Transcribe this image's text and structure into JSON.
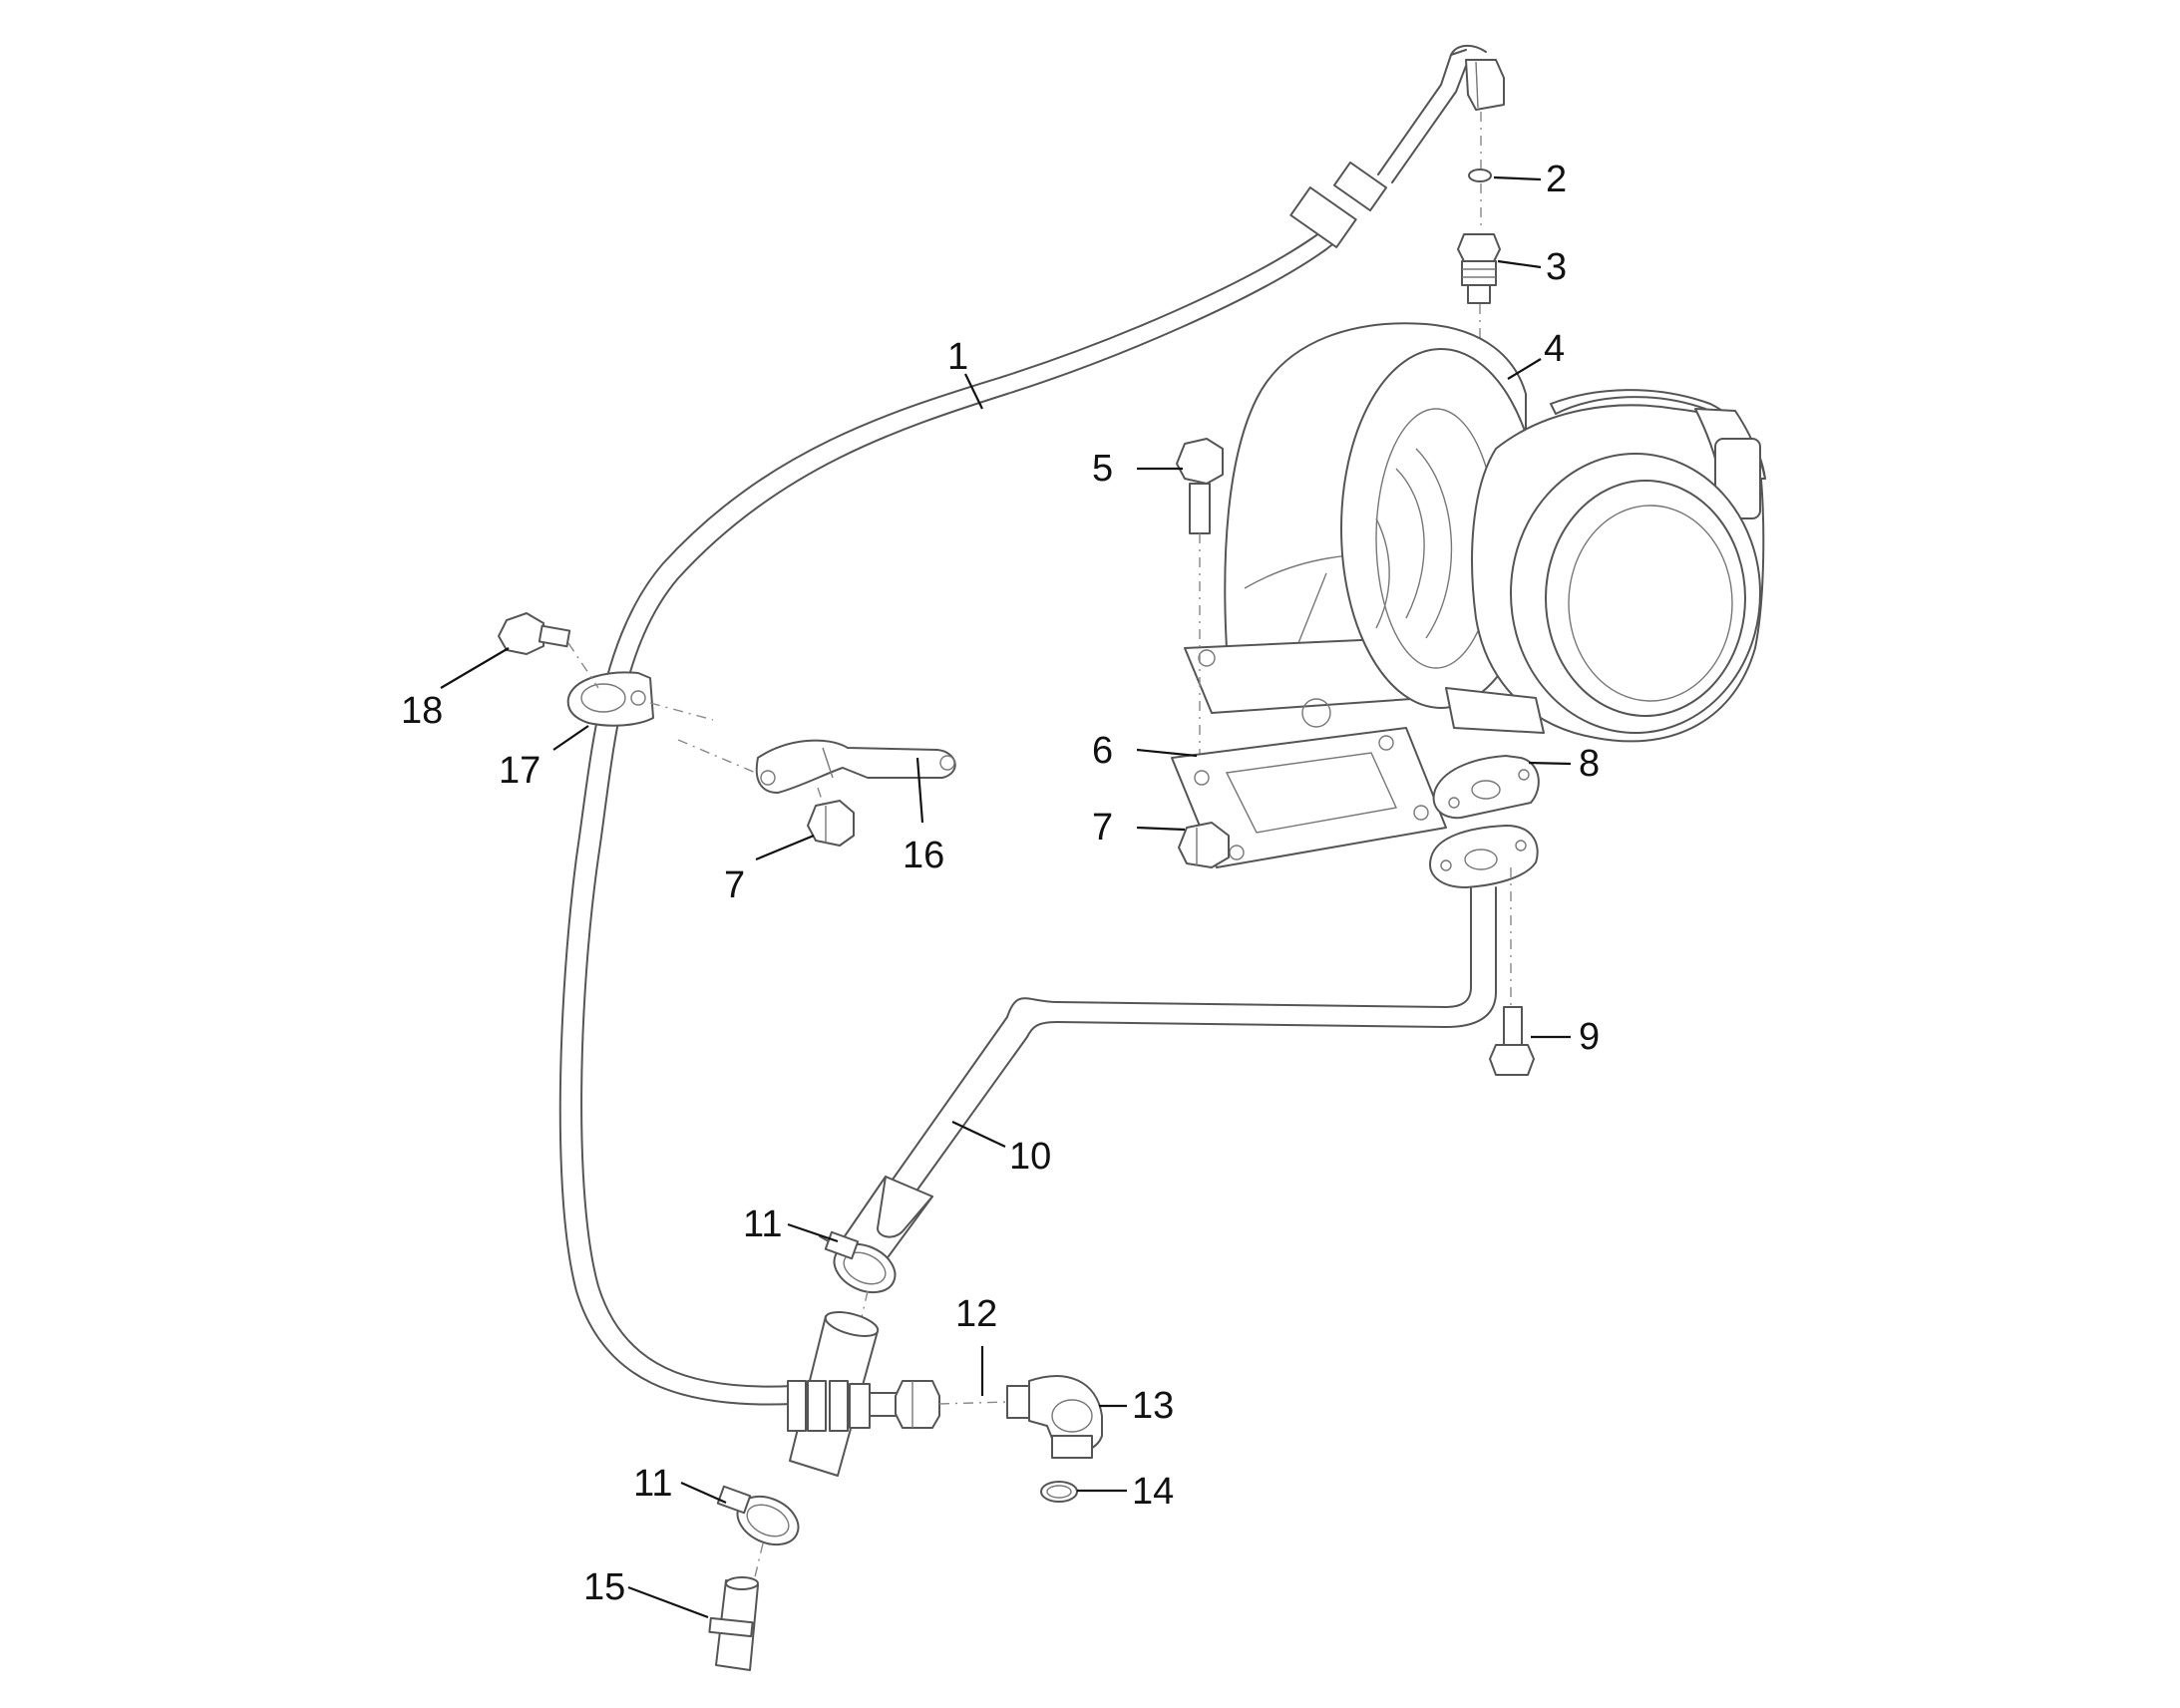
{
  "callouts": [
    {
      "id": "c1",
      "text": "1"
    },
    {
      "id": "c2",
      "text": "2"
    },
    {
      "id": "c3",
      "text": "3"
    },
    {
      "id": "c4",
      "text": "4"
    },
    {
      "id": "c5",
      "text": "5"
    },
    {
      "id": "c6",
      "text": "6"
    },
    {
      "id": "c7a",
      "text": "7"
    },
    {
      "id": "c7b",
      "text": "7"
    },
    {
      "id": "c8",
      "text": "8"
    },
    {
      "id": "c9",
      "text": "9"
    },
    {
      "id": "c10",
      "text": "10"
    },
    {
      "id": "c11a",
      "text": "11"
    },
    {
      "id": "c11b",
      "text": "11"
    },
    {
      "id": "c12",
      "text": "12"
    },
    {
      "id": "c13",
      "text": "13"
    },
    {
      "id": "c14",
      "text": "14"
    },
    {
      "id": "c15",
      "text": "15"
    },
    {
      "id": "c16",
      "text": "16"
    },
    {
      "id": "c17",
      "text": "17"
    },
    {
      "id": "c18",
      "text": "18"
    }
  ]
}
